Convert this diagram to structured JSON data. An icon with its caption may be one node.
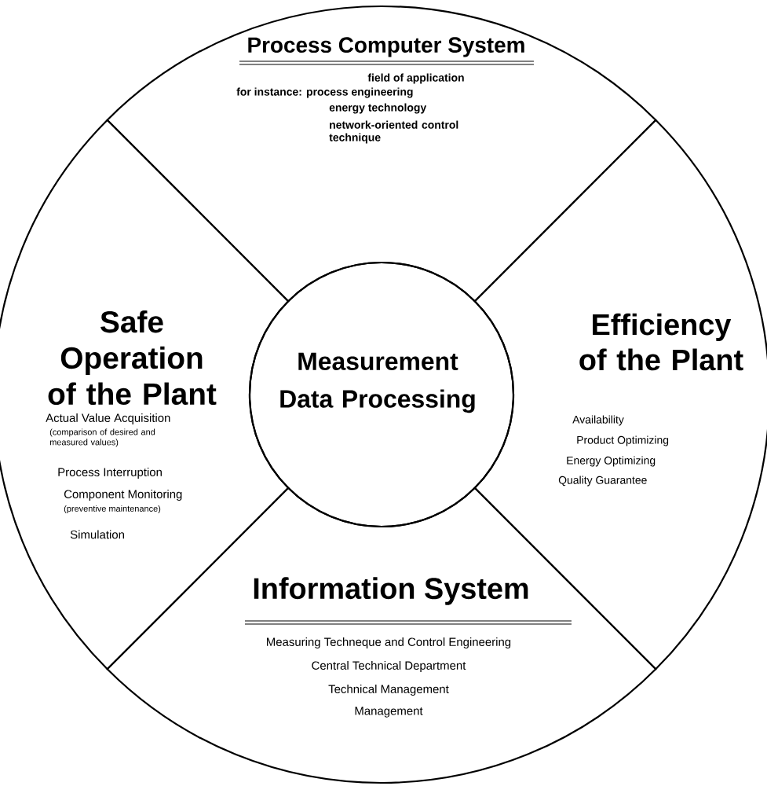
{
  "diagram": {
    "nodes": [
      {
        "text": [
          "Process Computer System",
          "field of application",
          "for instance: process engineering",
          "energy technology",
          "network-oriented control technique"
        ]
      },
      {
        "text": [
          "Safe Operation of the Plant",
          "Actual Value Acquisition",
          "(comparison of desired and measured values)",
          "Process Interruption",
          "Component Monitoring",
          "(preventive maintenance)",
          "Simulation"
        ]
      },
      {
        "text": [
          "Measurement Data Processing"
        ]
      },
      {
        "text": [
          "Efficiency of the Plant",
          "Availability",
          "Product Optimizing",
          "Energy Optimizing",
          "Quality Guarantee"
        ]
      },
      {
        "text": [
          "Information System",
          "Measuring Techneque and Control Engineering",
          "Central Technical Department",
          "Technical Management",
          "Management"
        ]
      }
    ]
  }
}
